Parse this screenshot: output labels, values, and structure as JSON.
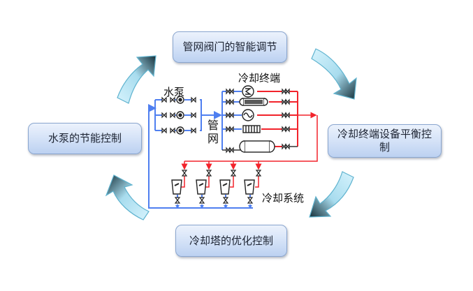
{
  "boxes": {
    "top": "管网阀门的智能调节",
    "right": "冷却终端设备平衡控制",
    "left": "水泵的节能控制",
    "bottom": "冷却塔的优化控制"
  },
  "labels": {
    "pump": "水泵",
    "terminal": "冷却终端",
    "network": "管网",
    "tower": "冷却系统"
  },
  "colors": {
    "supply_line": "#4f7ff0",
    "return_line": "#f2232b",
    "box_border": "#8aa6cf",
    "arrow_light": "#cdeefb",
    "arrow_dark": "#12303c"
  },
  "cycle_arrows": [
    "up-right",
    "down-right",
    "down-left",
    "up-left"
  ]
}
